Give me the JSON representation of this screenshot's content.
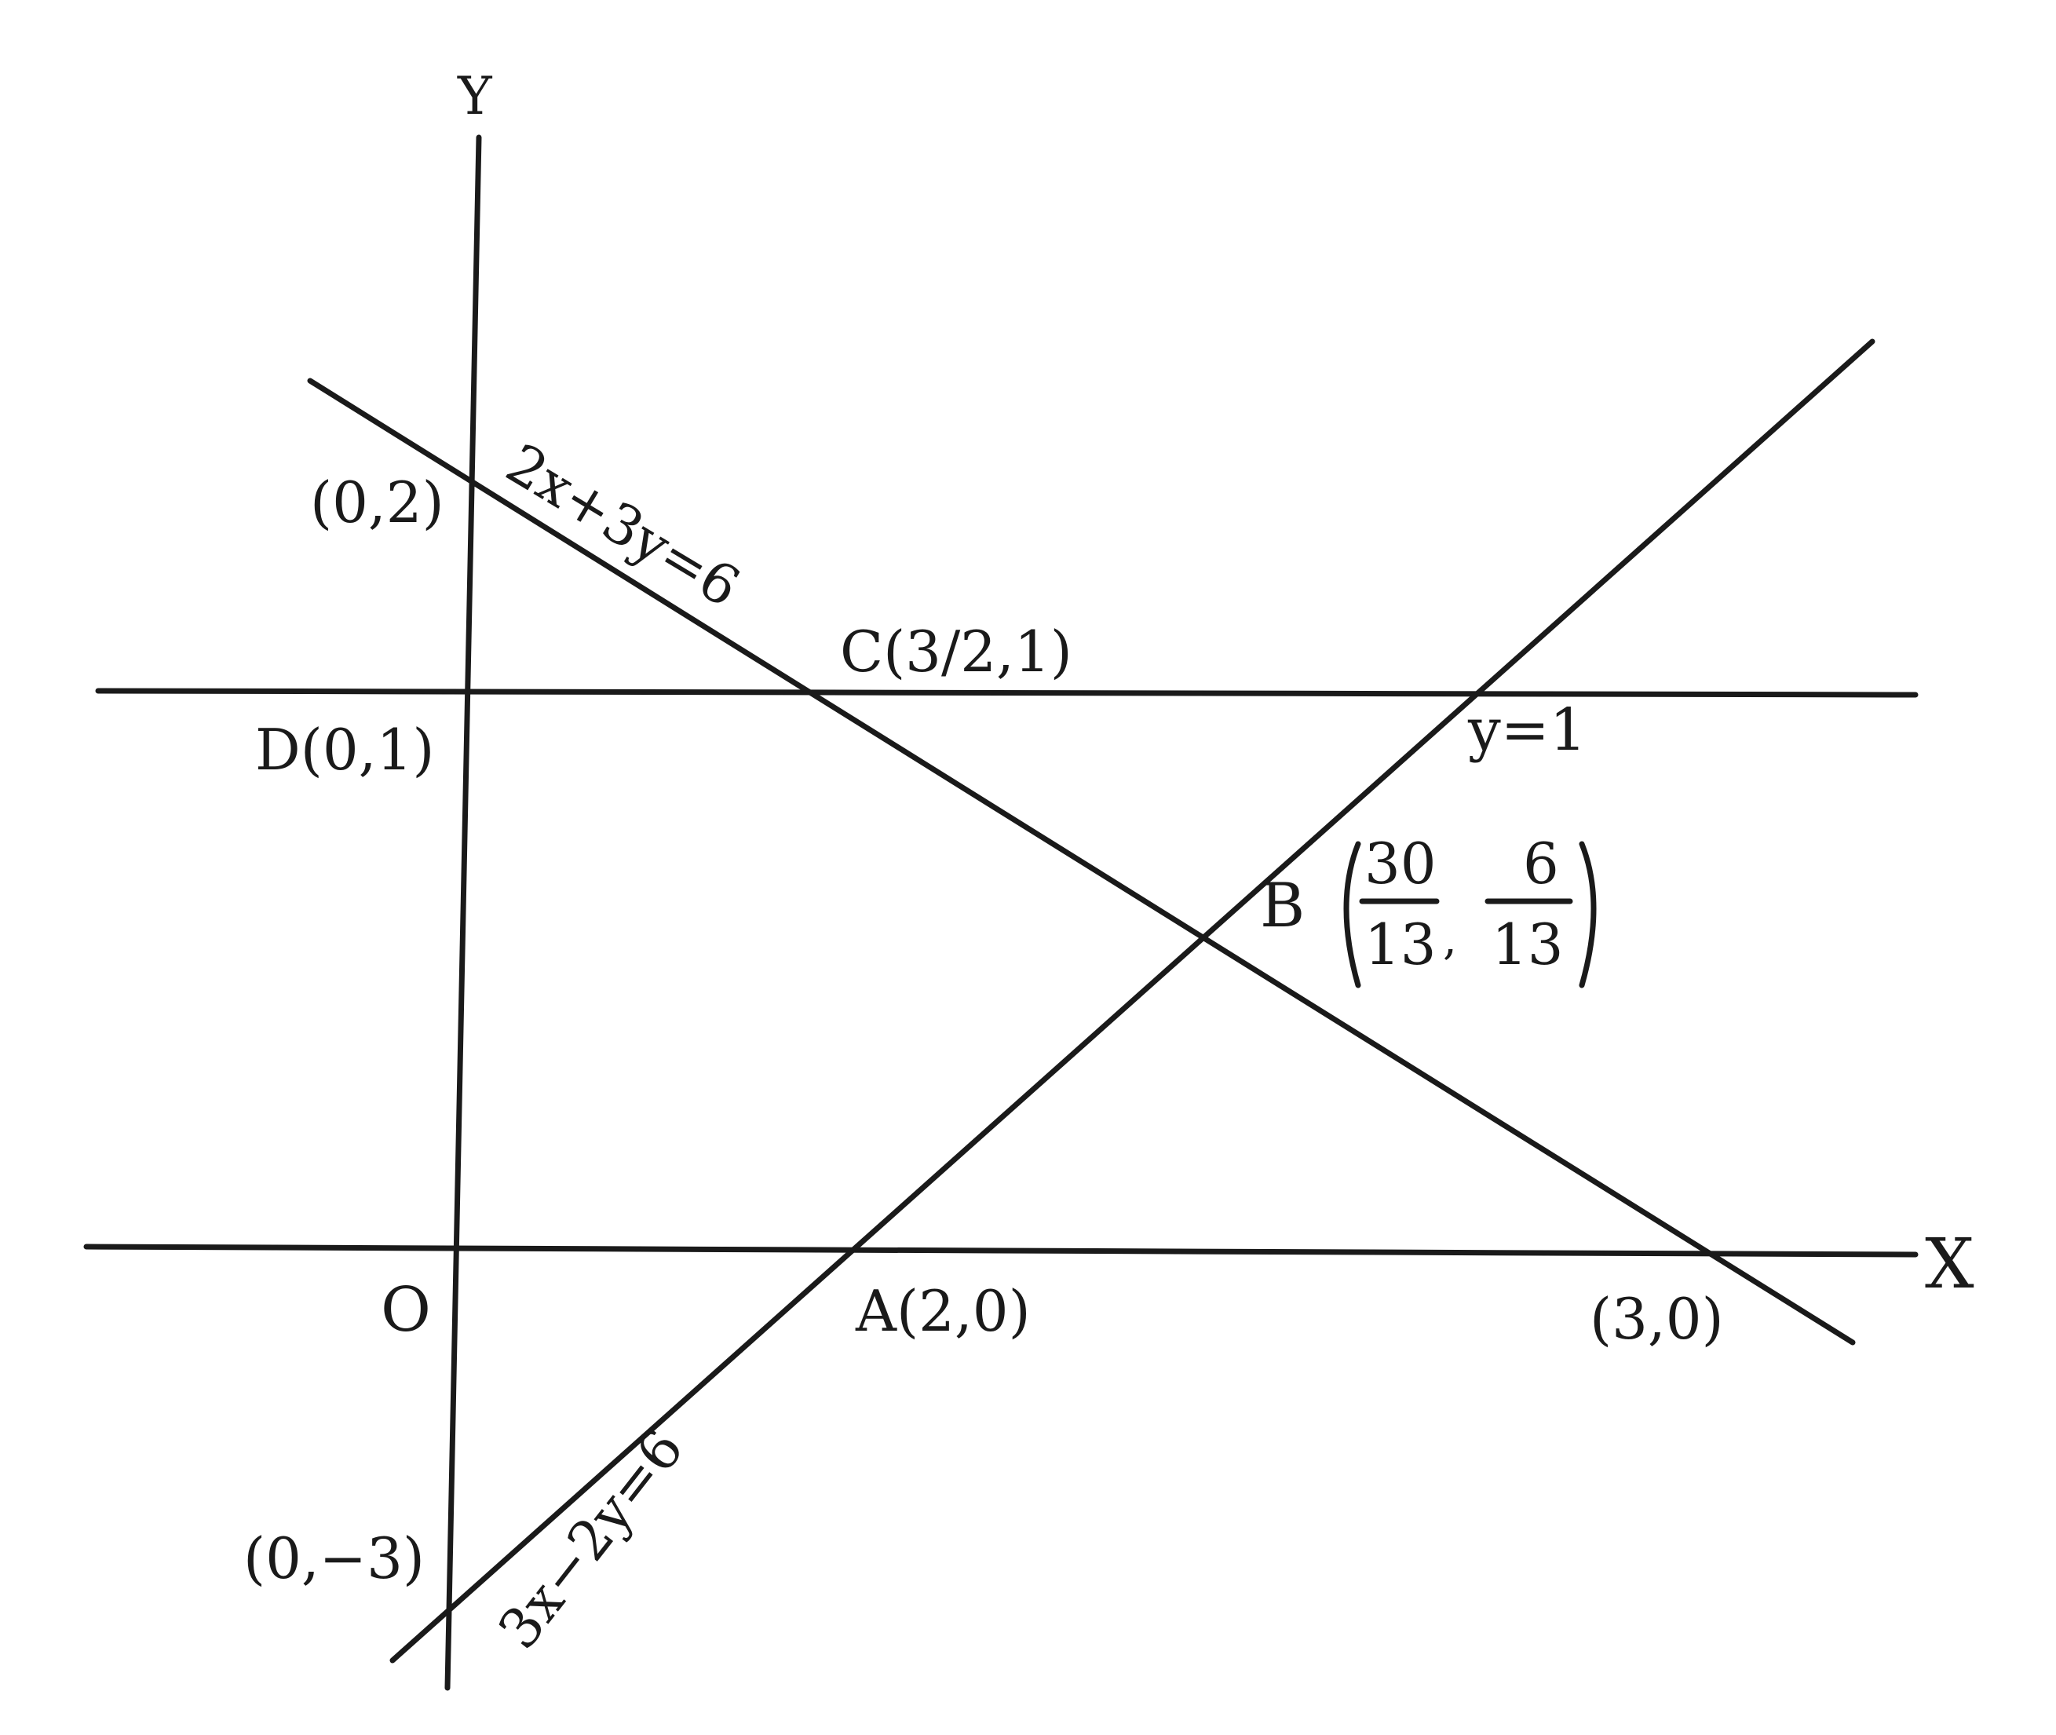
{
  "axes": {
    "x_label": "X",
    "y_label": "Y",
    "origin_label": "O"
  },
  "lines": {
    "line1_equation": "2x+3y=6",
    "line2_equation": "3x−2y=6",
    "line3_equation": "y=1"
  },
  "points": {
    "p_0_2": "(0,2)",
    "d": "D(0,1)",
    "c": "C(3/2,1)",
    "b_name": "B",
    "b_x_num": "30",
    "b_x_den": "13",
    "b_y_num": "6",
    "b_y_den": "13",
    "a": "A(2,0)",
    "p_3_0": "(3,0)",
    "p_0_m3": "(0,−3)"
  }
}
